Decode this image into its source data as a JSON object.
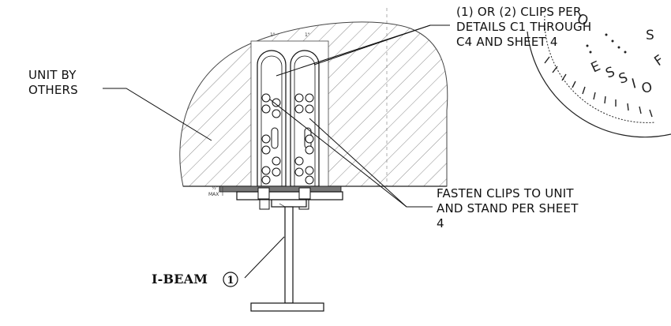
{
  "labels": {
    "unit_by_others": "UNIT BY\nOTHERS",
    "clips_note": "(1) OR (2) CLIPS PER\nDETAILS C1 THROUGH\nC4 AND SHEET 4",
    "fasten_note": "FASTEN CLIPS TO UNIT\nAND STAND PER SHEET\n4",
    "i_beam": "I-BEAM",
    "i_beam_tag": "1",
    "max_gap_a": "½\"",
    "max_gap_b": "MAX",
    "clip_dim_a": "1\"",
    "clip_dim_b": "1\""
  },
  "stamp": {
    "letters": [
      "S",
      "F",
      "O",
      "E",
      "S",
      "S",
      "I",
      "O"
    ]
  },
  "colors": {
    "line": "#111111",
    "hatch": "#555555",
    "background": "#ffffff"
  }
}
